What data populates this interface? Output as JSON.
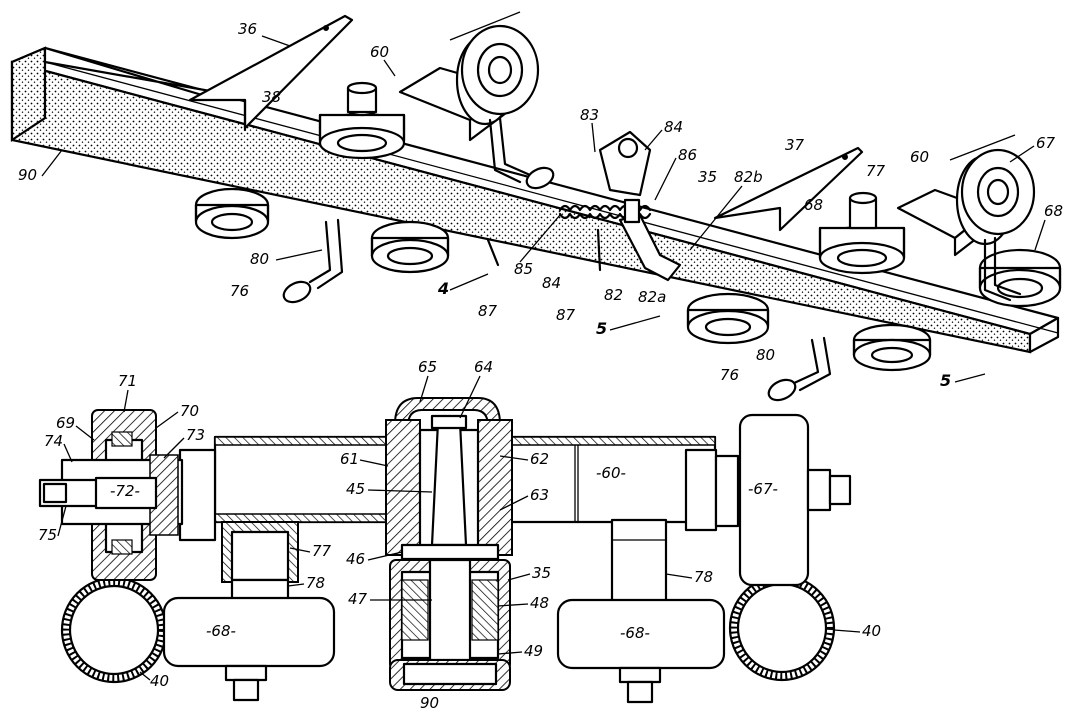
{
  "colors": {
    "ink": "#000000",
    "paper": "#ffffff"
  },
  "figure_top": {
    "labels": {
      "l36": "36",
      "l38": "38",
      "l60a": "60",
      "l83": "83",
      "l84a": "84",
      "l86": "86",
      "l37": "37",
      "l35": "35",
      "l82b": "82b",
      "l60b": "60",
      "l77": "77",
      "l67": "67",
      "l68a": "68",
      "l68b": "68",
      "l90": "90",
      "l80a": "80",
      "l76a": "76",
      "l85": "85",
      "l84b": "84",
      "l4": "4",
      "l87a": "87",
      "l87b": "87",
      "l82": "82",
      "l82a": "82a",
      "l5a": "5",
      "l80b": "80",
      "l76b": "76",
      "l5b": "5"
    }
  },
  "figure_bottom": {
    "labels": {
      "l71": "71",
      "l69": "69",
      "l70": "70",
      "l73": "73",
      "l74": "74",
      "l72": "-72-",
      "l75": "75",
      "l65": "65",
      "l64": "64",
      "l61": "61",
      "l62": "62",
      "l45": "45",
      "l63": "63",
      "l60": "-60-",
      "l67": "-67-",
      "l77": "77",
      "l46": "46",
      "l35": "35",
      "l78a": "78",
      "l78b": "78",
      "l47": "47",
      "l48": "48",
      "l68a": "-68-",
      "l68b": "-68-",
      "l49": "49",
      "l40a": "40",
      "l40b": "40",
      "l90": "90"
    }
  }
}
